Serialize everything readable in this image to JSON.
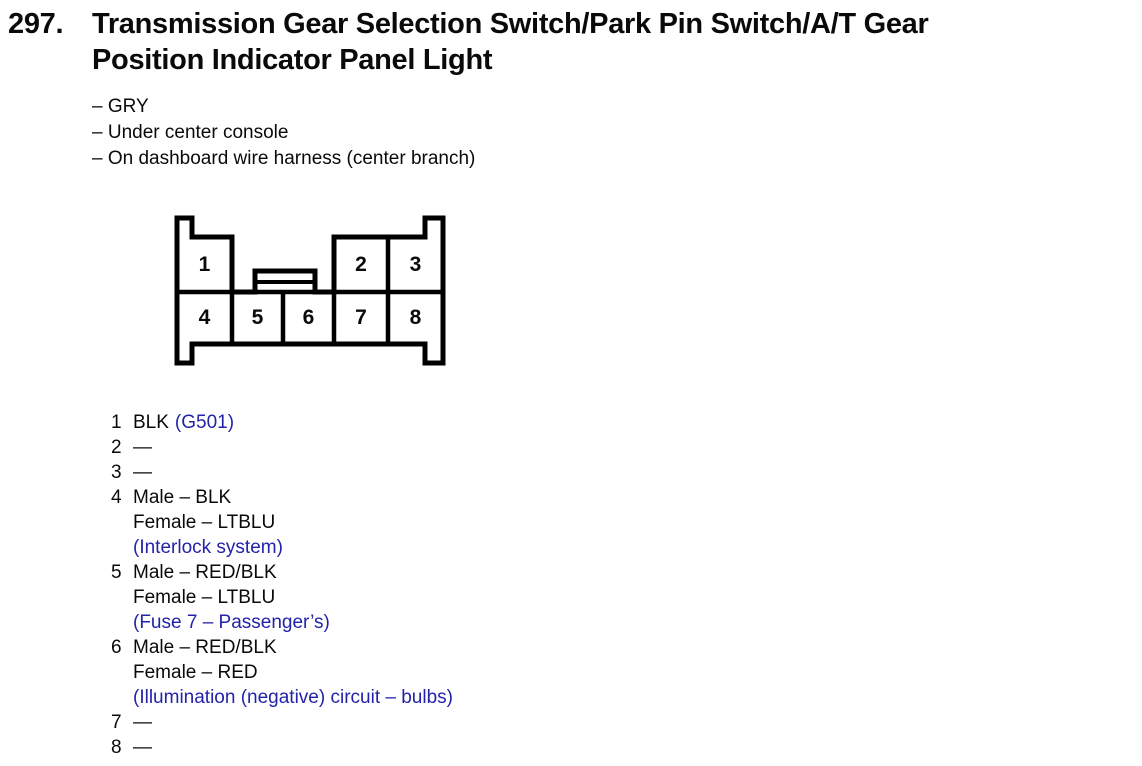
{
  "colors": {
    "ink": "#000000",
    "reference_blue": "#2323aa"
  },
  "header": {
    "number": "297.",
    "title_line1": "Transmission Gear Selection Switch/Park Pin Switch/A/T Gear",
    "title_line2": "Position Indicator Panel Light",
    "attributes": [
      "– GRY",
      "– Under center console",
      "– On dashboard wire harness (center branch)"
    ]
  },
  "connector": {
    "cavities": [
      "1",
      "2",
      "3",
      "4",
      "5",
      "6",
      "7",
      "8"
    ]
  },
  "pins": {
    "p1": {
      "num": "1",
      "wire": "BLK",
      "ref": "(G501)"
    },
    "p2": {
      "num": "2",
      "value": "—"
    },
    "p3": {
      "num": "3",
      "value": "—"
    },
    "p4": {
      "num": "4",
      "male": "Male – BLK",
      "female": "Female – LTBLU",
      "ref": "(Interlock system)"
    },
    "p5": {
      "num": "5",
      "male": "Male – RED/BLK",
      "female": "Female – LTBLU",
      "ref": "(Fuse 7 – Passenger’s)"
    },
    "p6": {
      "num": "6",
      "male": "Male – RED/BLK",
      "female": "Female – RED",
      "ref": "(Illumination (negative) circuit – bulbs)"
    },
    "p7": {
      "num": "7",
      "value": "—"
    },
    "p8": {
      "num": "8",
      "value": "—"
    }
  }
}
